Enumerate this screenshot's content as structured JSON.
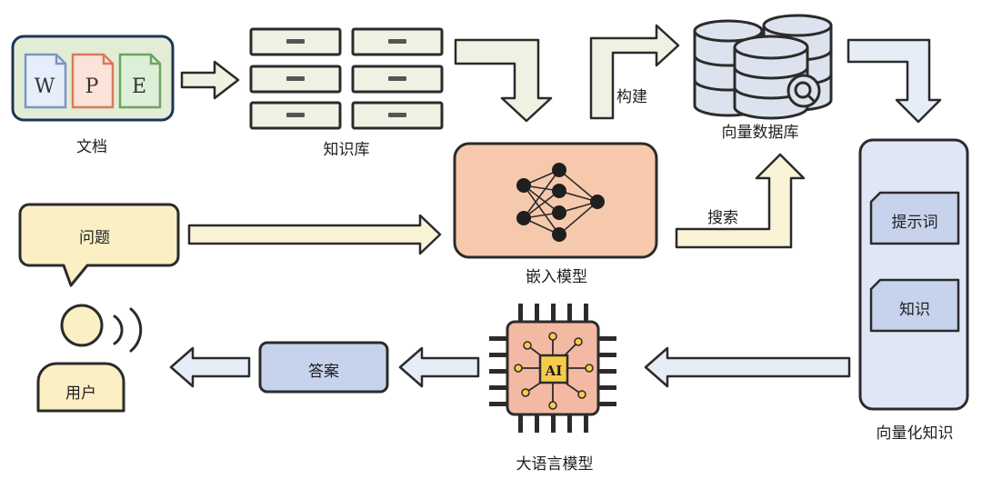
{
  "nodes": {
    "documents": {
      "label": "文档",
      "file_letters": [
        "W",
        "P",
        "E"
      ]
    },
    "knowledge_base": {
      "label": "知识库"
    },
    "vector_db": {
      "label": "向量数据库"
    },
    "embedding_model": {
      "label": "嵌入模型"
    },
    "question": {
      "label": "问题"
    },
    "vectorized_knowledge": {
      "label": "向量化知识",
      "items": [
        "提示词",
        "知识"
      ]
    },
    "user": {
      "label": "用户"
    },
    "answer": {
      "label": "答案"
    },
    "llm": {
      "label": "大语言模型",
      "chip_text": "AI"
    }
  },
  "edges": {
    "build": "构建",
    "search": "搜索"
  },
  "colors": {
    "docs_bg": "#e3edd6",
    "docs_border": "#1d3557",
    "arrow_fill": "#eef2e3",
    "arrow_fill_yellow": "#fbf3d6",
    "arrow_fill_blue": "#e6edf7",
    "outline": "#2b2b2b",
    "model_bg": "#f6c9ac",
    "question_bg": "#fbefc4",
    "answer_bg": "#c7d3ec",
    "panel_bg": "#dfe7f6",
    "db_bg": "#dde3ee",
    "chip_body": "#f4b9a3",
    "chip_core": "#f5cc4a"
  }
}
